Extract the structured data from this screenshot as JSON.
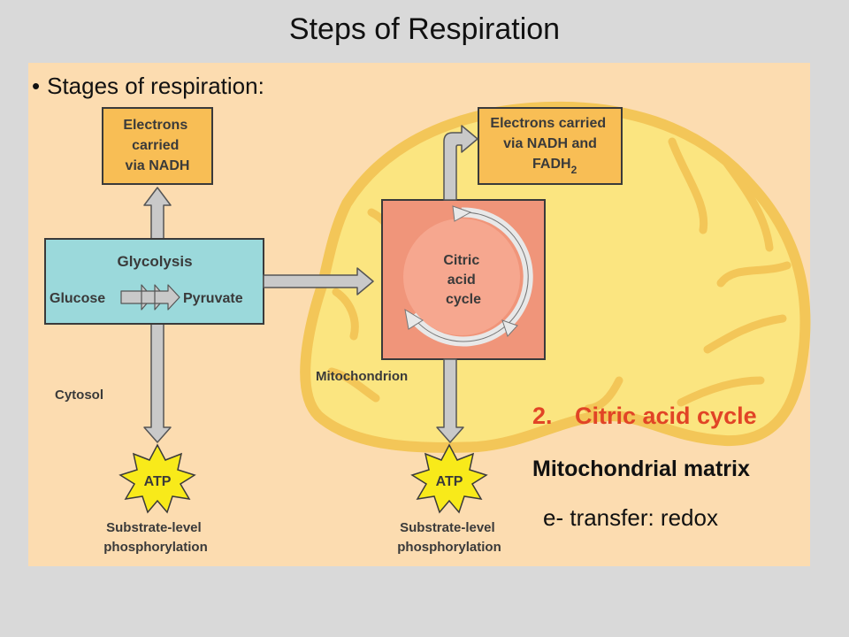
{
  "slide": {
    "title": "Steps of Respiration",
    "bullet": "Stages of respiration:",
    "step_number": "2.",
    "step_label": "Citric acid cycle",
    "location": "Mitochondrial matrix",
    "note": "e- transfer: redox"
  },
  "diagram": {
    "electrons_left": [
      "Electrons",
      "carried",
      "via NADH"
    ],
    "electrons_right": [
      "Electrons carried",
      "via NADH and",
      "FADH"
    ],
    "fadh_subscript": "2",
    "glycolysis": "Glycolysis",
    "glucose": "Glucose",
    "pyruvate": "Pyruvate",
    "citric": [
      "Citric",
      "acid",
      "cycle"
    ],
    "mitochondrion": "Mitochondrion",
    "cytosol": "Cytosol",
    "atp": "ATP",
    "substrate_level": [
      "Substrate-level",
      "phosphorylation"
    ]
  },
  "colors": {
    "background": "#d9d9d9",
    "panel": "#fcdcb0",
    "mito_fill": "#fbe580",
    "mito_stroke": "#f3c658",
    "electron_box": "#f8be55",
    "glycolysis_box": "#9bd9db",
    "citric_box": "#f0957a",
    "citric_circle": "#f6a78f",
    "atp_star": "#f8ea1a",
    "arrow": "#c9c9c9",
    "step_color": "#e14426"
  }
}
